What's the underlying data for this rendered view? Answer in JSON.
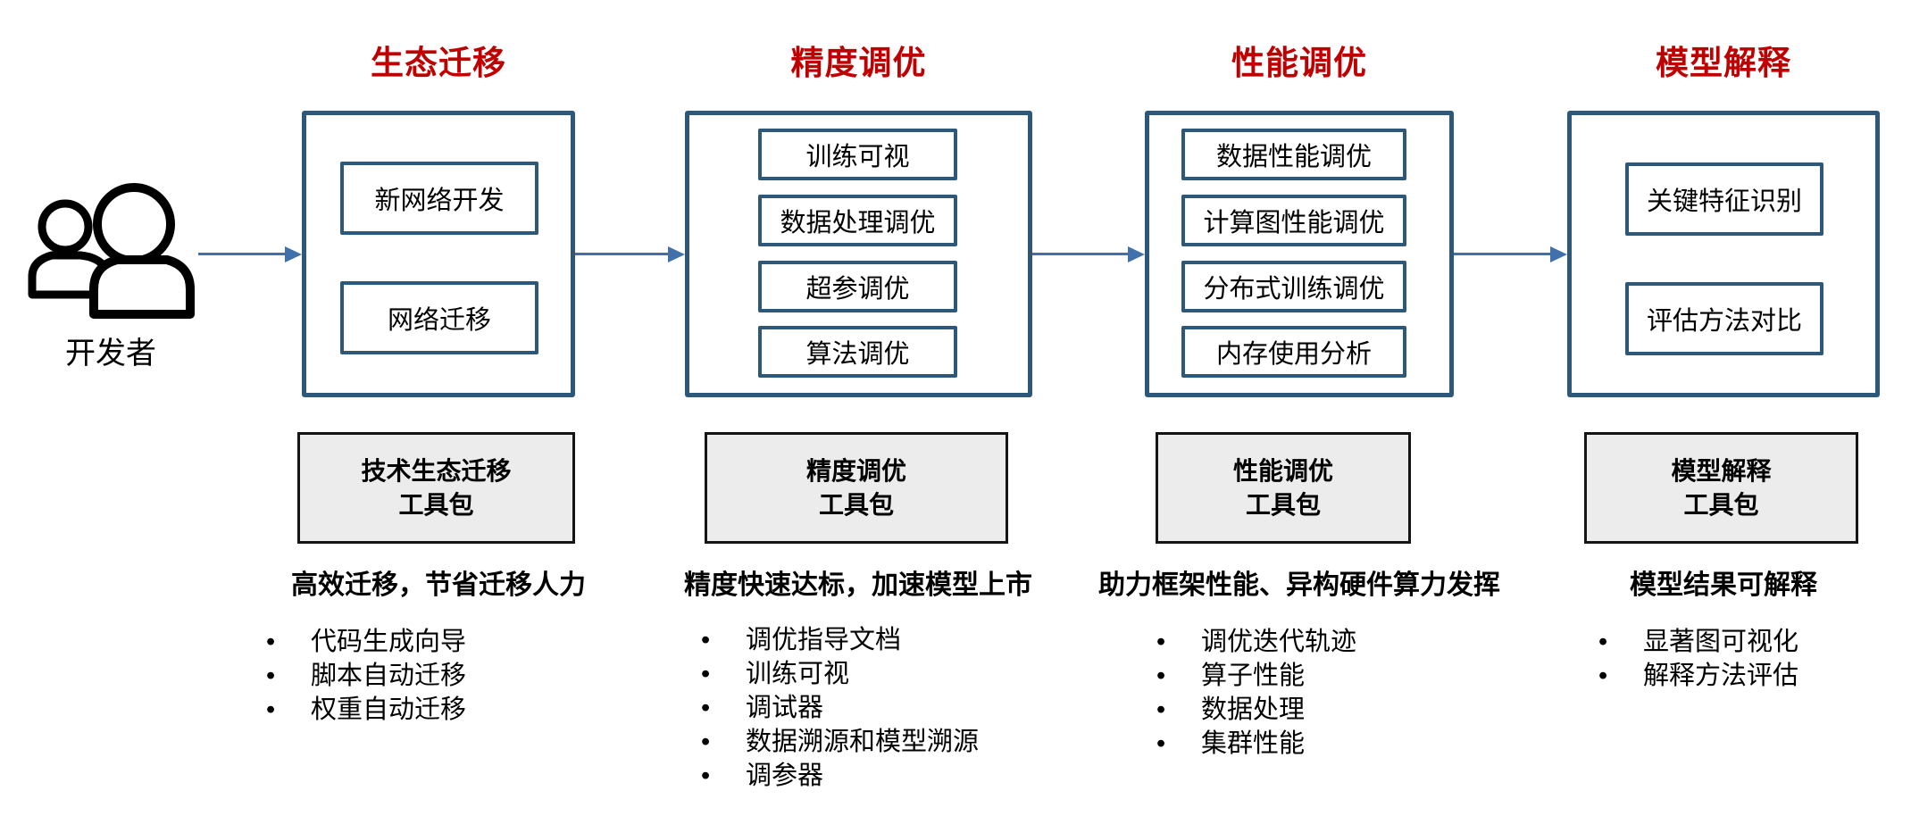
{
  "colors": {
    "stage_title": "#c00000",
    "box_border": "#2e587a",
    "arrow": "#4171ad",
    "toolkit_bg": "#ececec",
    "toolkit_border": "#151515",
    "text": "#000000"
  },
  "developer": {
    "icon": "developers-icon",
    "label": "开发者"
  },
  "columns": [
    {
      "title": "生态迁移",
      "sub_boxes": [
        "新网络开发",
        "网络迁移"
      ],
      "toolkit": {
        "line1": "技术生态迁移",
        "line2": "工具包"
      },
      "tagline": "高效迁移，节省迁移人力",
      "bullets": [
        "代码生成向导",
        "脚本自动迁移",
        "权重自动迁移"
      ]
    },
    {
      "title": "精度调优",
      "sub_boxes": [
        "训练可视",
        "数据处理调优",
        "超参调优",
        "算法调优"
      ],
      "toolkit": {
        "line1": "精度调优",
        "line2": "工具包"
      },
      "tagline": "精度快速达标，加速模型上市",
      "bullets": [
        "调优指导文档",
        "训练可视",
        "调试器",
        "数据溯源和模型溯源",
        "调参器"
      ]
    },
    {
      "title": "性能调优",
      "sub_boxes": [
        "数据性能调优",
        "计算图性能调优",
        "分布式训练调优",
        "内存使用分析"
      ],
      "toolkit": {
        "line1": "性能调优",
        "line2": "工具包"
      },
      "tagline": "助力框架性能、异构硬件算力发挥",
      "bullets": [
        "调优迭代轨迹",
        "算子性能",
        "数据处理",
        "集群性能"
      ]
    },
    {
      "title": "模型解释",
      "sub_boxes": [
        "关键特征识别",
        "评估方法对比"
      ],
      "toolkit": {
        "line1": "模型解释",
        "line2": "工具包"
      },
      "tagline": "模型结果可解释",
      "bullets": [
        "显著图可视化",
        "解释方法评估"
      ]
    }
  ]
}
